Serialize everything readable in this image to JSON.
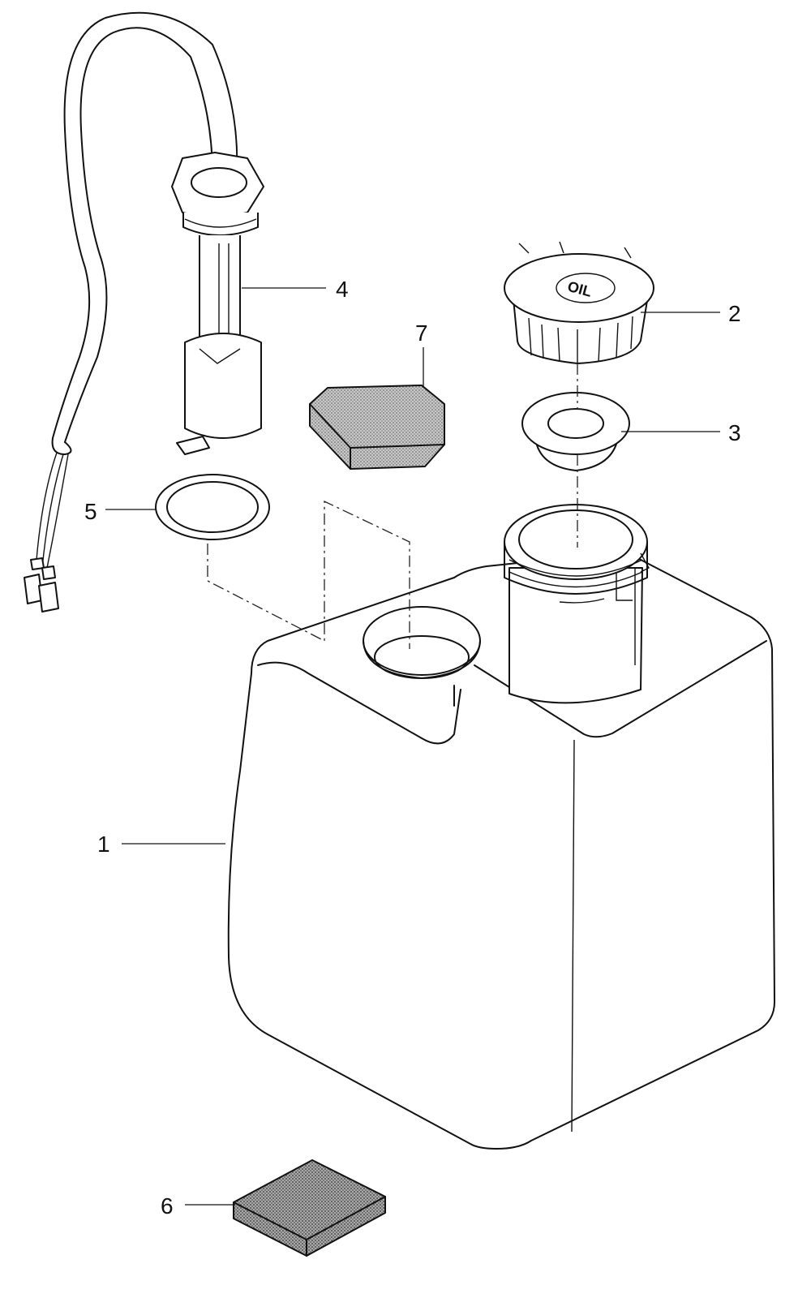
{
  "callouts": [
    {
      "id": "1",
      "label": "1"
    },
    {
      "id": "2",
      "label": "2"
    },
    {
      "id": "3",
      "label": "3"
    },
    {
      "id": "4",
      "label": "4"
    },
    {
      "id": "5",
      "label": "5"
    },
    {
      "id": "6",
      "label": "6"
    },
    {
      "id": "7",
      "label": "7"
    }
  ],
  "cap_marking": "OIL",
  "colors": {
    "line": "#111111",
    "background": "#ffffff",
    "pad_fill": "#9a9a9a"
  }
}
